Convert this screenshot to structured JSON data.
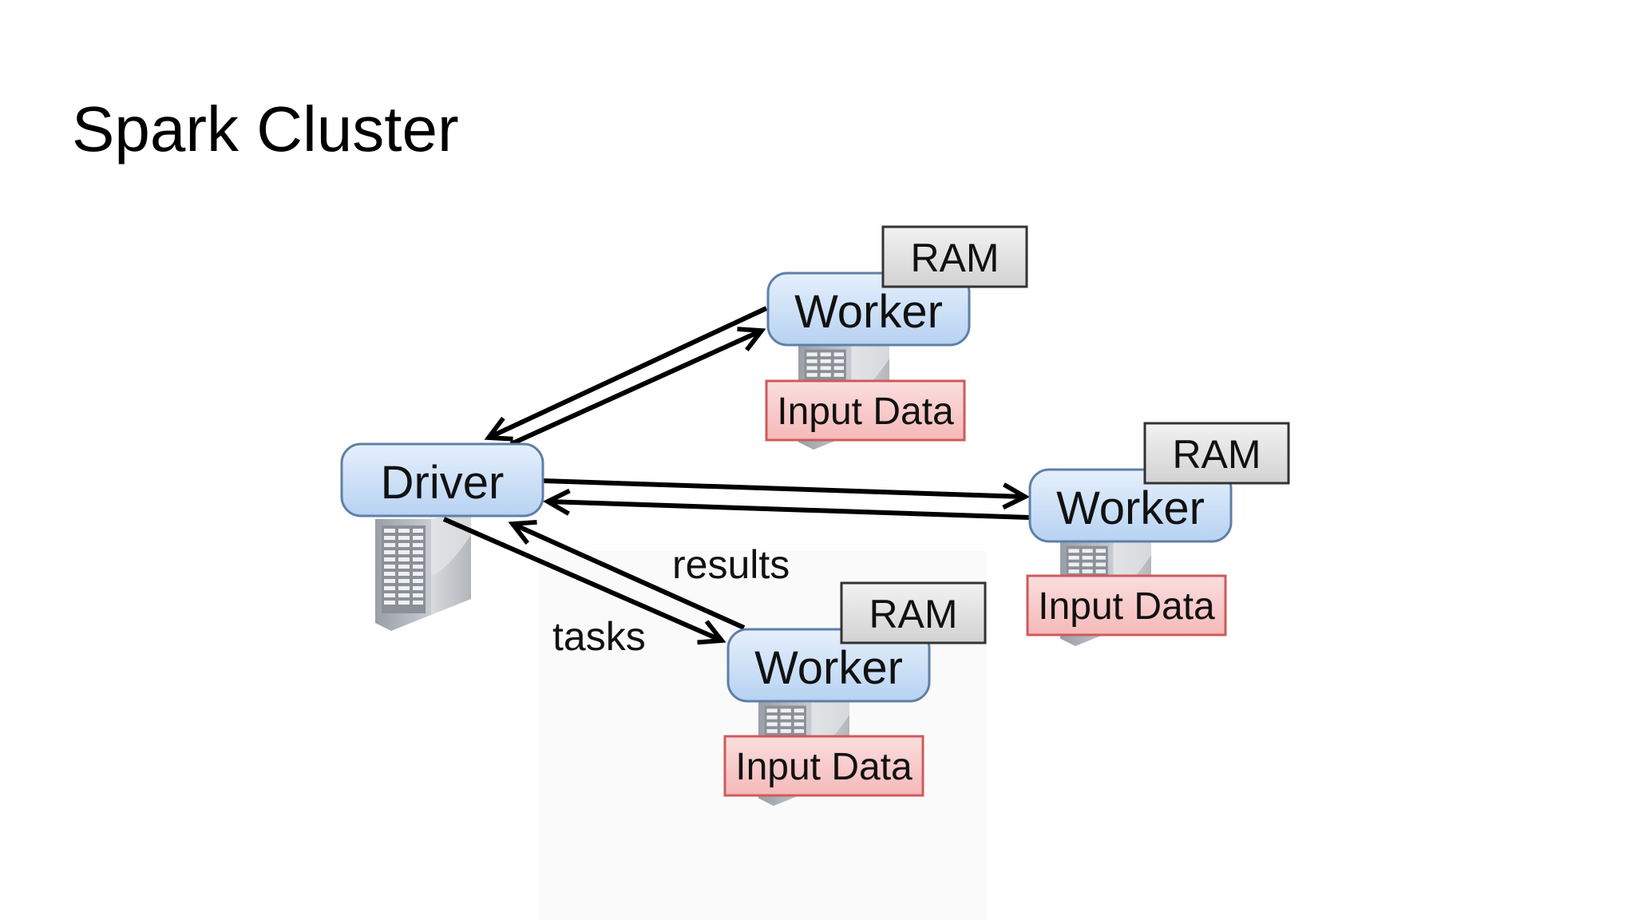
{
  "slide": {
    "title": "Spark Cluster"
  },
  "diagram": {
    "driver": {
      "label": "Driver",
      "icon": "server-icon"
    },
    "workers": [
      {
        "id": "worker-top",
        "label": "Worker",
        "ram_label": "RAM",
        "input_label": "Input Data",
        "icon": "server-icon"
      },
      {
        "id": "worker-right",
        "label": "Worker",
        "ram_label": "RAM",
        "input_label": "Input Data",
        "icon": "server-icon"
      },
      {
        "id": "worker-bottom",
        "label": "Worker",
        "ram_label": "RAM",
        "input_label": "Input Data",
        "icon": "server-icon"
      }
    ],
    "edge_labels": {
      "results": "results",
      "tasks": "tasks"
    },
    "colors": {
      "node_fill_top": "#e4effc",
      "node_fill_bottom": "#b9d4f3",
      "node_stroke": "#5f7fa8",
      "ram_fill": "#e2e2e2",
      "ram_stroke": "#333333",
      "input_fill": "#f8c9c9",
      "input_stroke": "#d05a5a",
      "arrow": "#000000"
    }
  }
}
